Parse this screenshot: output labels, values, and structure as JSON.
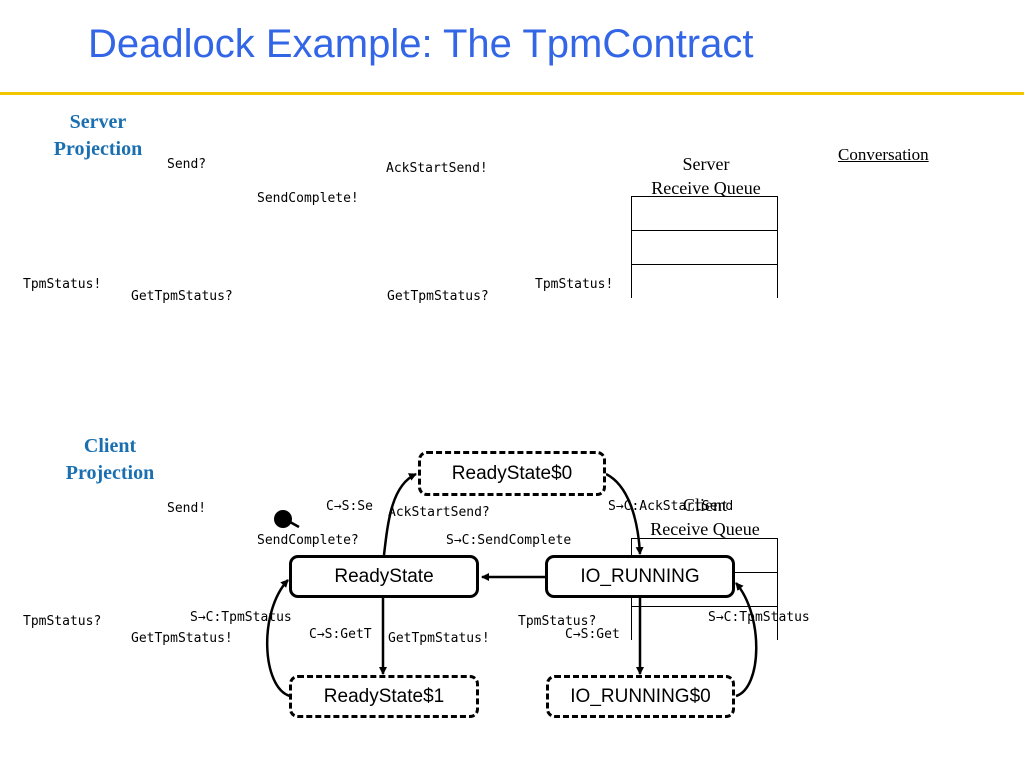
{
  "title": "Deadlock Example: The TpmContract",
  "server_projection": {
    "line1": "Server",
    "line2": "Projection",
    "labels": {
      "send": "Send?",
      "ack_start_send": "AckStartSend!",
      "send_complete": "SendComplete!",
      "tpm_status": "TpmStatus!",
      "get_tpm_status": "GetTpmStatus?",
      "get_tpm_status_2": "GetTpmStatus?"
    }
  },
  "client_projection": {
    "line1": "Client",
    "line2": "Projection",
    "labels": {
      "send": "Send!",
      "ack_start_send": "AckStartSend?",
      "send_complete": "SendComplete?",
      "tpm_status": "TpmStatus?",
      "get_tpm_status": "GetTpmStatus!",
      "get_tpm_status_2": "GetTpmStatus!"
    }
  },
  "server_queue": {
    "label_line1": "Server",
    "label_line2": "Receive Queue",
    "item": "TpmStatus!"
  },
  "client_queue": {
    "label_line1": "Client",
    "label_line2": "Receive Queue",
    "item": "TpmStatus?"
  },
  "conversation": "Conversation",
  "states": {
    "ready_state_0": "ReadyState$0",
    "ready_state": "ReadyState",
    "io_running": "IO_RUNNING",
    "ready_state_1": "ReadyState$1",
    "io_running_0": "IO_RUNNING$0"
  },
  "transitions": {
    "c_s_send": "C→S:Se",
    "s_c_ack": "S→C:AckStartSend",
    "s_c_send_complete": "S→C:SendComplete",
    "s_c_tpm_status": "S→C:TpmStatus",
    "c_s_get_1": "C→S:GetT",
    "c_s_get_2": "C→S:Get",
    "s_c_tpm_status_2": "S→C:TpmStatus"
  }
}
